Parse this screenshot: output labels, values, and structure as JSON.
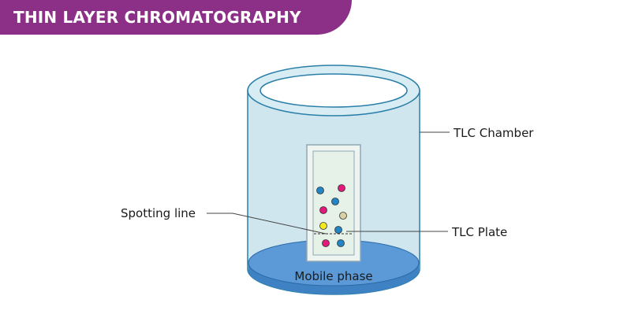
{
  "header": {
    "title": "THIN LAYER CHROMATOGRAPHY"
  },
  "labels": {
    "chamber": "TLC Chamber",
    "spotting_line": "Spotting line",
    "plate": "TLC Plate",
    "mobile_phase": "Mobile phase"
  },
  "colors": {
    "banner": "#8c2f86",
    "chamber_fill": "#cfe6ef",
    "chamber_stroke": "#2a7fa8",
    "liquid": "#4d8fd0",
    "plate_fill": "#e6f2e8",
    "spot_pink": "#e0197a",
    "spot_blue": "#2384c6",
    "spot_yellow": "#f2ea1e",
    "spot_beige": "#d9d1a6"
  },
  "spots": [
    {
      "color": "spot_blue"
    },
    {
      "color": "spot_pink"
    },
    {
      "color": "spot_blue"
    },
    {
      "color": "spot_pink"
    },
    {
      "color": "spot_beige"
    },
    {
      "color": "spot_yellow"
    },
    {
      "color": "spot_blue"
    },
    {
      "color": "spot_pink"
    },
    {
      "color": "spot_blue"
    }
  ]
}
